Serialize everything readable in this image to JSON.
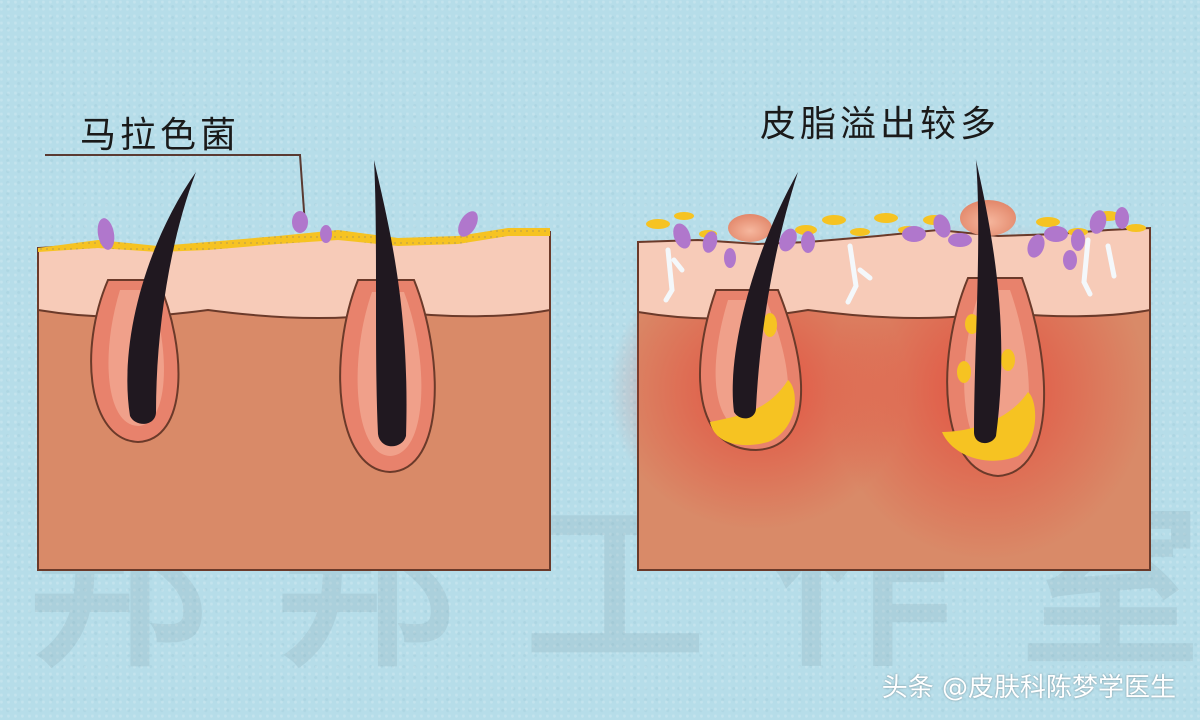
{
  "labels": {
    "left": "马拉色菌",
    "right": "皮脂溢出较多"
  },
  "watermark": [
    "邦",
    "邦",
    "工",
    "作",
    "室"
  ],
  "footer": "头条 @皮肤科陈梦学医生",
  "colors": {
    "background": "#b6dde9",
    "dermis": "#d98a68",
    "epidermis": "#f7cbb8",
    "follicle": "#e8826c",
    "hair": "#201820",
    "sebum": "#f6c322",
    "fungus": "#b077cc",
    "inflammation": "#e5483a"
  }
}
